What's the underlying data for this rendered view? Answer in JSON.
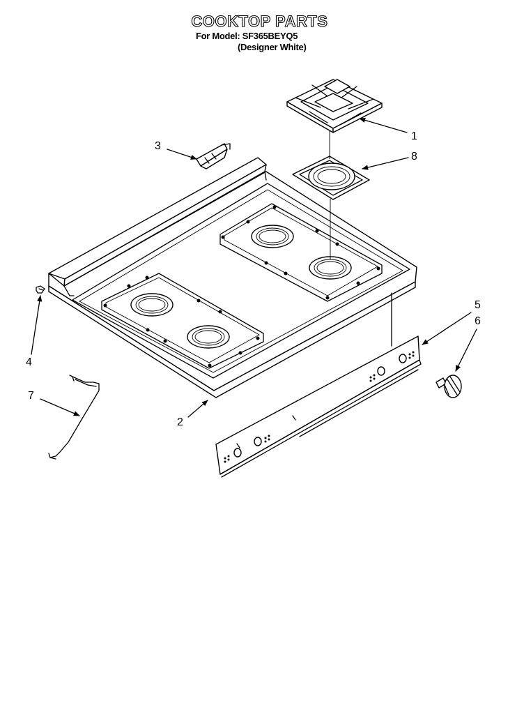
{
  "header": {
    "title": "COOKTOP PARTS",
    "model_line": "For Model: SF365BEYQ5",
    "finish_line": "(Designer White)"
  },
  "callouts": [
    {
      "id": "1",
      "text": "1"
    },
    {
      "id": "2",
      "text": "2"
    },
    {
      "id": "3",
      "text": "3"
    },
    {
      "id": "4",
      "text": "4"
    },
    {
      "id": "5",
      "text": "5"
    },
    {
      "id": "6",
      "text": "6"
    },
    {
      "id": "7",
      "text": "7"
    },
    {
      "id": "8",
      "text": "8"
    }
  ],
  "parts": [
    {
      "callout": "1",
      "icon": "burner-grate-icon"
    },
    {
      "callout": "2",
      "icon": "cooktop-icon"
    },
    {
      "callout": "3",
      "icon": "bracket-icon"
    },
    {
      "callout": "4",
      "icon": "clip-icon"
    },
    {
      "callout": "5",
      "icon": "control-panel-icon"
    },
    {
      "callout": "6",
      "icon": "knob-icon"
    },
    {
      "callout": "7",
      "icon": "wire-rod-icon"
    },
    {
      "callout": "8",
      "icon": "burner-bowl-icon"
    }
  ]
}
